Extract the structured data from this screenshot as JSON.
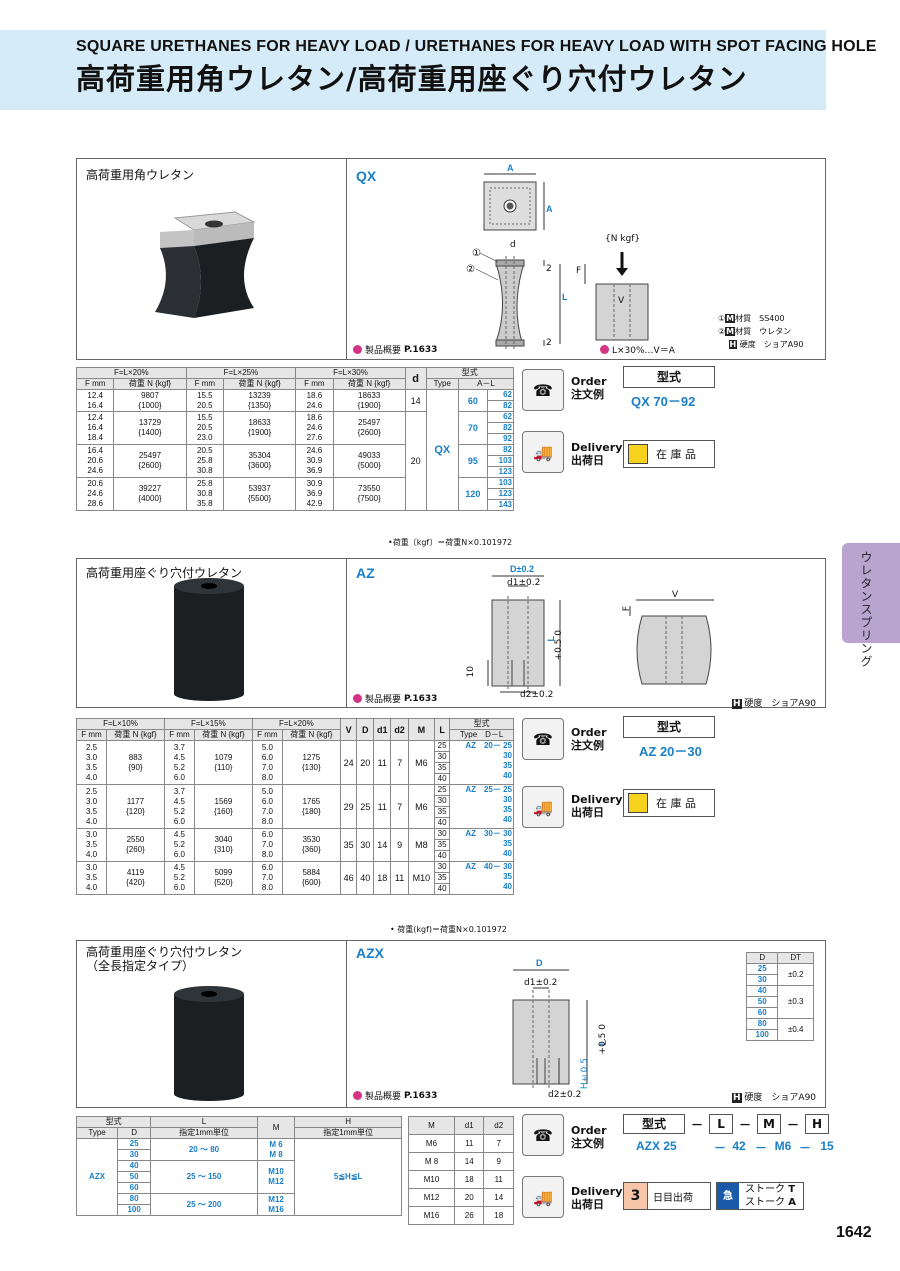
{
  "header": {
    "title_en": "SQUARE URETHANES FOR HEAVY LOAD / URETHANES FOR HEAVY LOAD WITH SPOT FACING HOLE",
    "title_jp": "高荷重用角ウレタン/高荷重用座ぐり穴付ウレタン"
  },
  "side_tab": "ウレタンスプリング",
  "page_number": "1642",
  "common": {
    "ref_overview": "製品概要",
    "ref_page": "P.1633",
    "hardness": "硬度　ショアA90",
    "order_label_en": "Order",
    "order_label_jp": "注文例",
    "delivery_label_en": "Delivery",
    "delivery_label_jp": "出荷日",
    "model_header": "型式",
    "in_stock": "在 庫 品",
    "load_note": "•荷重〔kgf〕＝荷重N×0.101972",
    "load_note2": "• 荷重(kgf)＝荷重N×0.101972"
  },
  "qx": {
    "title": "高荷重用角ウレタン",
    "model": "QX",
    "dims": {
      "A": "A",
      "d": "d",
      "F": "F",
      "L": "L",
      "V": "V",
      "n_kgf": "{N kgf}",
      "two": "2"
    },
    "materials": [
      {
        "num": "①",
        "tag": "M",
        "label": "材質",
        "value": "SS400"
      },
      {
        "num": "②",
        "tag": "M",
        "label": "材質",
        "value": "ウレタン"
      },
      {
        "num": "",
        "tag": "H",
        "label": "硬度",
        "value": "ショアA90"
      }
    ],
    "cond": "L×30%…V＝A",
    "order_example": "QX 70－92",
    "table": {
      "groups": [
        "F=L×20%",
        "F=L×25%",
        "F=L×30%"
      ],
      "sub": [
        "F mm",
        "荷重 N {kgf}"
      ],
      "col_d": "d",
      "col_type_head": "型式",
      "col_type": "Type",
      "col_al": "A－L",
      "rows": [
        {
          "f1": [
            "12.4",
            "16.4"
          ],
          "n1": [
            "9807",
            "{1000}"
          ],
          "f2": [
            "15.5",
            "20.5"
          ],
          "n2": [
            "13239",
            "{1350}"
          ],
          "f3": [
            "18.6",
            "24.6"
          ],
          "n3": [
            "18633",
            "{1900}"
          ],
          "d": "14",
          "a": "60",
          "l": [
            "62",
            "82"
          ]
        },
        {
          "f1": [
            "12.4",
            "16.4",
            "18.4"
          ],
          "n1": [
            "13729",
            "{1400}"
          ],
          "f2": [
            "15.5",
            "20.5",
            "23.0"
          ],
          "n2": [
            "18633",
            "{1900}"
          ],
          "f3": [
            "18.6",
            "24.6",
            "27.6"
          ],
          "n3": [
            "25497",
            "{2600}"
          ],
          "d": "20",
          "a": "70",
          "l": [
            "62",
            "82",
            "92"
          ]
        },
        {
          "f1": [
            "16.4",
            "20.6",
            "24.6"
          ],
          "n1": [
            "25497",
            "{2600}"
          ],
          "f2": [
            "20.5",
            "25.8",
            "30.8"
          ],
          "n2": [
            "35304",
            "{3600}"
          ],
          "f3": [
            "24.6",
            "30.9",
            "36.9"
          ],
          "n3": [
            "49033",
            "{5000}"
          ],
          "d": "",
          "a": "95",
          "l": [
            "82",
            "103",
            "123"
          ]
        },
        {
          "f1": [
            "20.6",
            "24.6",
            "28.6"
          ],
          "n1": [
            "39227",
            "{4000}"
          ],
          "f2": [
            "25.8",
            "30.8",
            "35.8"
          ],
          "n2": [
            "53937",
            "{5500}"
          ],
          "f3": [
            "30.9",
            "36.9",
            "42.9"
          ],
          "n3": [
            "73550",
            "{7500}"
          ],
          "d": "",
          "a": "120",
          "l": [
            "103",
            "123",
            "143"
          ]
        }
      ]
    }
  },
  "az": {
    "title": "高荷重用座ぐり穴付ウレタン",
    "model": "AZ",
    "dims": {
      "D": "D±0.2",
      "d1": "d1±0.2",
      "d2": "d2±0.2",
      "L": "L",
      "Ltol": "+0.5 0",
      "ten": "10",
      "F": "F",
      "V": "V"
    },
    "order_example": "AZ 20－30",
    "table": {
      "groups": [
        "F=L×10%",
        "F=L×15%",
        "F=L×20%"
      ],
      "sub": [
        "F mm",
        "荷重 N {kgf}"
      ],
      "cols": [
        "V",
        "D",
        "d1",
        "d2",
        "M",
        "L"
      ],
      "col_type_head": "型式",
      "col_type": "Type　D－L",
      "rows": [
        {
          "f1": [
            "2.5",
            "3.0",
            "3.5",
            "4.0"
          ],
          "n1": [
            "883",
            "{90}"
          ],
          "f2": [
            "3.7",
            "4.5",
            "5.2",
            "6.0"
          ],
          "n2": [
            "1079",
            "{110}"
          ],
          "f3": [
            "5.0",
            "6.0",
            "7.0",
            "8.0"
          ],
          "n3": [
            "1275",
            "{130}"
          ],
          "v": "24",
          "D": "20",
          "d1": "11",
          "d2": "7",
          "M": "M6",
          "L": [
            "25",
            "30",
            "35",
            "40"
          ],
          "type": "AZ　20－"
        },
        {
          "f1": [
            "2.5",
            "3.0",
            "3.5",
            "4.0"
          ],
          "n1": [
            "1177",
            "{120}"
          ],
          "f2": [
            "3.7",
            "4.5",
            "5.2",
            "6.0"
          ],
          "n2": [
            "1569",
            "{160}"
          ],
          "f3": [
            "5.0",
            "6.0",
            "7.0",
            "8.0"
          ],
          "n3": [
            "1765",
            "{180}"
          ],
          "v": "29",
          "D": "25",
          "d1": "11",
          "d2": "7",
          "M": "M6",
          "L": [
            "25",
            "30",
            "35",
            "40"
          ],
          "type": "AZ　25－"
        },
        {
          "f1": [
            "3.0",
            "3.5",
            "4.0"
          ],
          "n1": [
            "2550",
            "{260}"
          ],
          "f2": [
            "4.5",
            "5.2",
            "6.0"
          ],
          "n2": [
            "3040",
            "{310}"
          ],
          "f3": [
            "6.0",
            "7.0",
            "8.0"
          ],
          "n3": [
            "3530",
            "{360}"
          ],
          "v": "35",
          "D": "30",
          "d1": "14",
          "d2": "9",
          "M": "M8",
          "L": [
            "30",
            "35",
            "40"
          ],
          "type": "AZ　30－"
        },
        {
          "f1": [
            "3.0",
            "3.5",
            "4.0"
          ],
          "n1": [
            "4119",
            "{420}"
          ],
          "f2": [
            "4.5",
            "5.2",
            "6.0"
          ],
          "n2": [
            "5099",
            "{520}"
          ],
          "f3": [
            "6.0",
            "7.0",
            "8.0"
          ],
          "n3": [
            "5884",
            "{600}"
          ],
          "v": "46",
          "D": "40",
          "d1": "18",
          "d2": "11",
          "M": "M10",
          "L": [
            "30",
            "35",
            "40"
          ],
          "type": "AZ　40－"
        }
      ]
    }
  },
  "azx": {
    "title1": "高荷重用座ぐり穴付ウレタン",
    "title2": "（全長指定タイプ）",
    "model": "AZX",
    "dims": {
      "D": "D",
      "d1": "d1±0.2",
      "d2": "d2±0.2",
      "L": "L",
      "Ltol": "+0.5 0",
      "H": "H±0.5"
    },
    "dt_table": {
      "head": [
        "D",
        "DT"
      ],
      "rows": [
        [
          "25",
          "±0.2"
        ],
        [
          "30",
          ""
        ],
        [
          "40",
          ""
        ],
        [
          "50",
          "±0.3"
        ],
        [
          "60",
          ""
        ],
        [
          "80",
          "±0.4"
        ],
        [
          "100",
          ""
        ]
      ]
    },
    "spec_table": {
      "head_type": "型式",
      "sub_type": "Type",
      "sub_d": "D",
      "head_l": "L",
      "sub_l": "指定1mm単位",
      "head_m": "M",
      "head_h": "H",
      "sub_h": "指定1mm単位",
      "type": "AZX",
      "d": [
        "25",
        "30",
        "40",
        "50",
        "60",
        "80",
        "100"
      ],
      "l": [
        "20 ～ 80",
        "25 ～ 150",
        "25 ～ 200"
      ],
      "m": [
        [
          "M 6",
          "M 8"
        ],
        [
          "M10",
          "M12"
        ],
        [
          "M12",
          "M16"
        ]
      ],
      "h": "5≦H≦L"
    },
    "md_table": {
      "head": [
        "M",
        "d1",
        "d2"
      ],
      "rows": [
        [
          "M6",
          "11",
          "7"
        ],
        [
          "M 8",
          "14",
          "9"
        ],
        [
          "M10",
          "18",
          "11"
        ],
        [
          "M12",
          "20",
          "14"
        ],
        [
          "M16",
          "26",
          "18"
        ]
      ]
    },
    "order_head": [
      "型式",
      "L",
      "M",
      "H"
    ],
    "order_example": [
      "AZX 25",
      "42",
      "M6",
      "15"
    ],
    "delivery_days": "3",
    "delivery_text": "日目出荷",
    "stroke": [
      "ストーク",
      "T",
      "ストーク",
      "A"
    ]
  },
  "colors": {
    "accent": "#1a7fc8",
    "header_band": "#d6ebf8",
    "side_tab": "#b9a3cf"
  }
}
